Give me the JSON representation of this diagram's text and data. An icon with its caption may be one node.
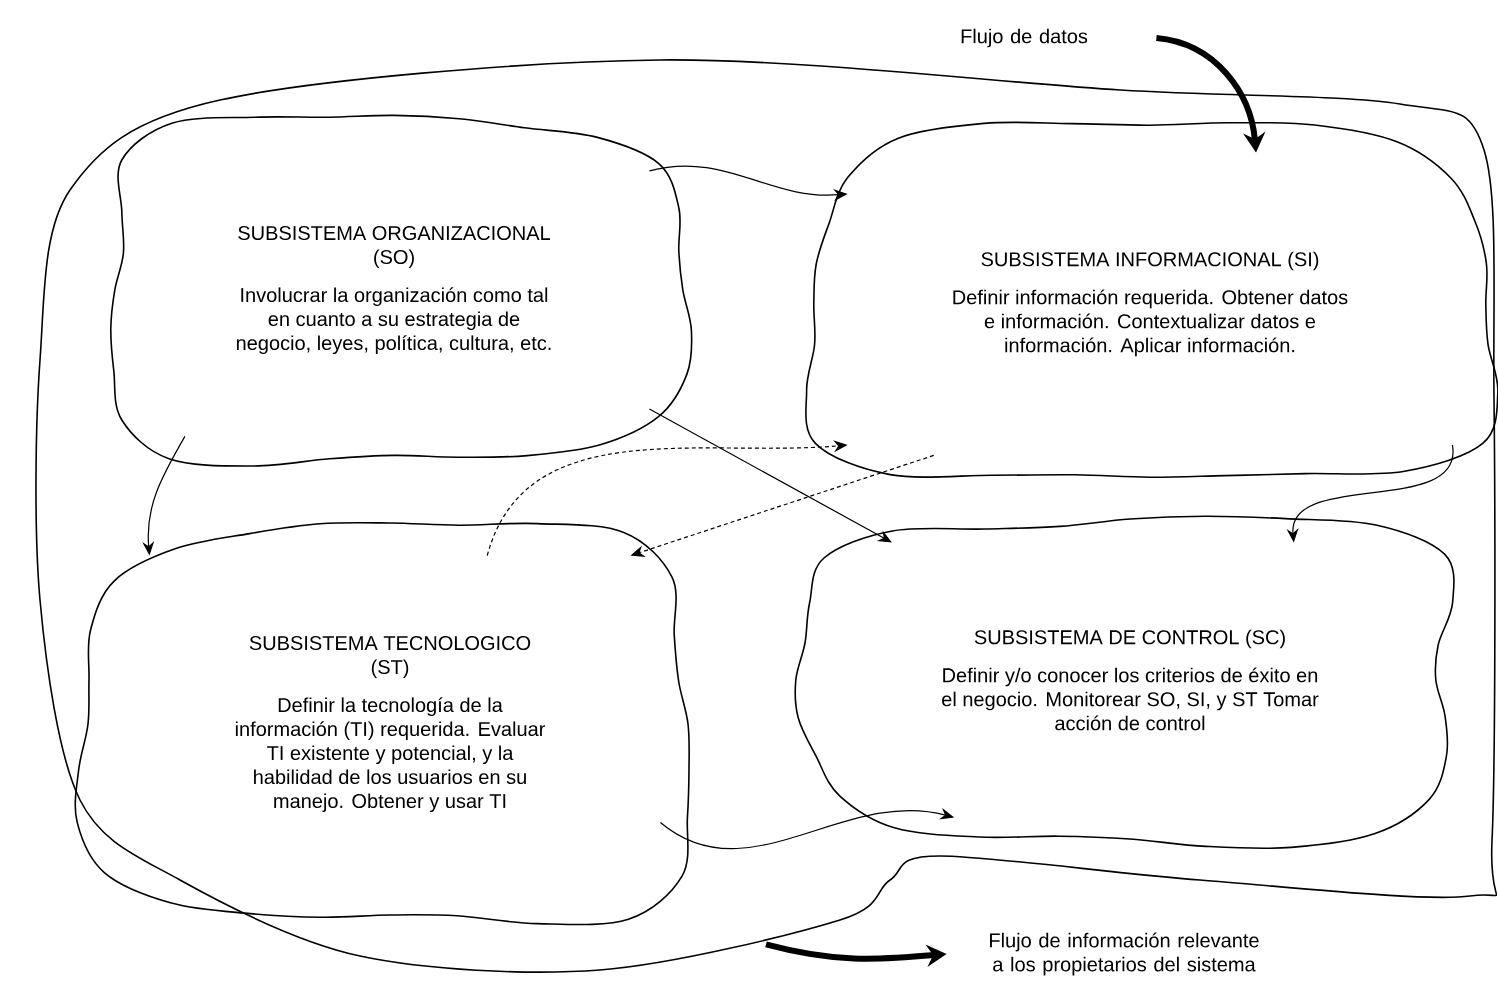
{
  "diagram": {
    "nodes": [
      {
        "text": [
          "Flujo de datos"
        ]
      },
      {
        "text": [],
        "shape": "cloud"
      },
      {
        "text": [
          "SUBSISTEMA ORGANIZACIONAL (SO)",
          "Involucrar la organización como tal en cuanto a su estrategia de negocio, leyes, política, cultura, etc."
        ],
        "in": 1
      },
      {
        "text": [
          "SUBSISTEMA INFORMACIONAL (SI)",
          "Definir información requerida. Obtener datos e información. Contextualizar datos e información. Aplicar información."
        ],
        "in": 1
      },
      {
        "text": [
          "SUBSISTEMA TECNOLOGICO (ST)",
          "Definir la tecnología de la información (TI) requerida. Evaluar TI existente y potencial, y la habilidad de los usuarios en su manejo. Obtener y usar TI"
        ],
        "in": 1
      },
      {
        "text": [
          "SUBSISTEMA DE CONTROL (SC)",
          "Definir y/o conocer los criterios de éxito en el negocio. Monitorear SO, SI, y ST Tomar acción de control"
        ],
        "in": 1
      },
      {
        "text": [
          "Flujo de información relevante a los propietarios del sistema"
        ]
      }
    ],
    "edges": [
      {
        "from": 0,
        "to": 3,
        "arrow": "to",
        "style": "thick"
      },
      {
        "from": 2,
        "to": 3,
        "arrow": "to"
      },
      {
        "from": 2,
        "to": 4,
        "arrow": "to"
      },
      {
        "from": 2,
        "to": 5,
        "arrow": "to"
      },
      {
        "from": 4,
        "to": 3,
        "arrow": "to",
        "style": "dashed"
      },
      {
        "from": 3,
        "to": 4,
        "arrow": "to",
        "style": "dashed"
      },
      {
        "from": 3,
        "to": 5,
        "arrow": "to"
      },
      {
        "from": 4,
        "to": 5,
        "arrow": "to"
      },
      {
        "from": 1,
        "to": 6,
        "arrow": "to",
        "style": "thick"
      }
    ]
  }
}
